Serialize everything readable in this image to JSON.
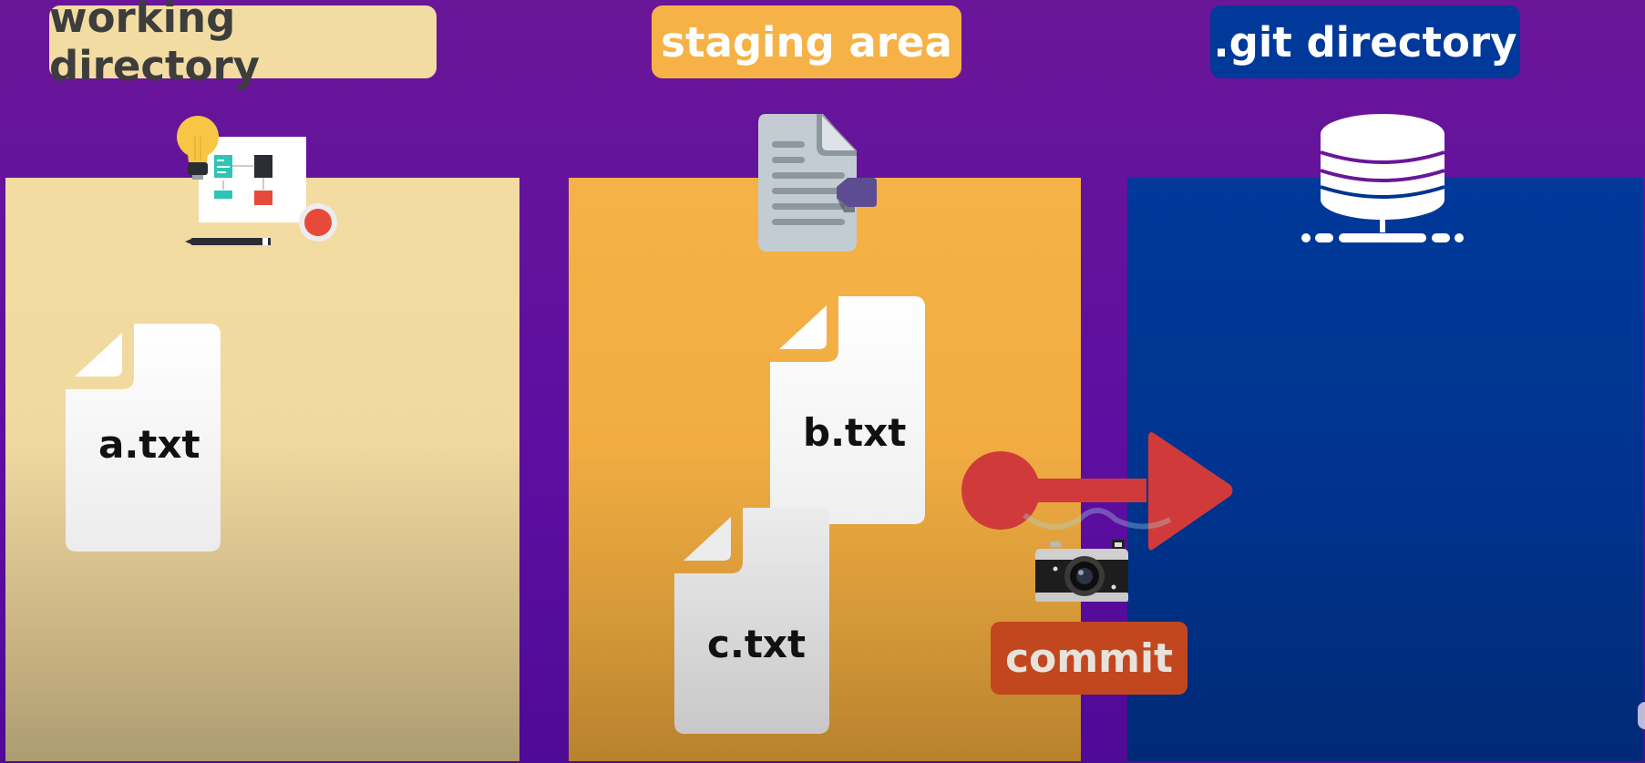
{
  "sections": {
    "working": {
      "title": "working directory",
      "files": [
        "a.txt"
      ]
    },
    "staging": {
      "title": "staging area",
      "files": [
        "b.txt",
        "c.txt"
      ]
    },
    "git": {
      "title": ".git directory",
      "files": []
    }
  },
  "action": {
    "label": "commit",
    "icon": "camera-icon",
    "arrow": "arrow-right-icon"
  },
  "icons": {
    "working": "idea-sketch-icon",
    "staging": "document-tag-icon",
    "git": "database-icon"
  },
  "colors": {
    "background": "#6a1699",
    "working_panel": "#f3dca2",
    "staging_panel": "#f6b246",
    "git_panel": "#00399a",
    "commit_badge": "#c2471e",
    "arrow": "#d13a3a"
  }
}
